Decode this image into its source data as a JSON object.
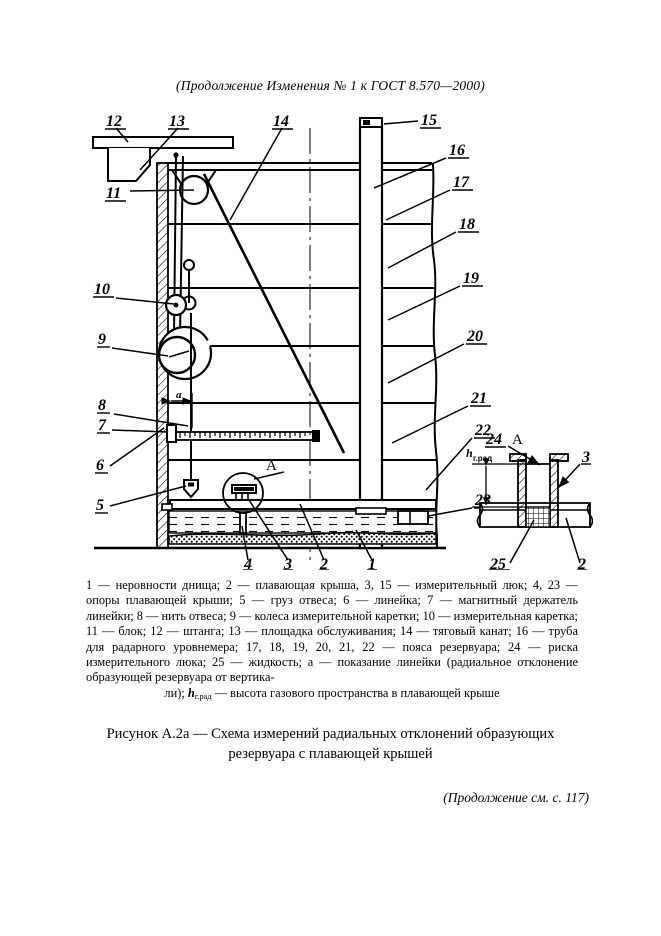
{
  "running_head": "(Продолжение Изменения № 1 к ГОСТ  8.570—2000)",
  "figure": {
    "detail_label": "A",
    "detail_label_inset": "A",
    "dimension_a": "а",
    "h_symbol": "h",
    "h_subscript": "г.рад",
    "callouts": [
      {
        "id": "c12",
        "text": "12"
      },
      {
        "id": "c13",
        "text": "13"
      },
      {
        "id": "c14",
        "text": "14"
      },
      {
        "id": "c15",
        "text": "15"
      },
      {
        "id": "c11",
        "text": "11"
      },
      {
        "id": "c10",
        "text": "10"
      },
      {
        "id": "c9",
        "text": "9"
      },
      {
        "id": "c8",
        "text": "8"
      },
      {
        "id": "c7",
        "text": "7"
      },
      {
        "id": "c6",
        "text": "6"
      },
      {
        "id": "c5",
        "text": "5"
      },
      {
        "id": "c16",
        "text": "16"
      },
      {
        "id": "c17",
        "text": "17"
      },
      {
        "id": "c18",
        "text": "18"
      },
      {
        "id": "c19",
        "text": "19"
      },
      {
        "id": "c20",
        "text": "20"
      },
      {
        "id": "c21",
        "text": "21"
      },
      {
        "id": "c22",
        "text": "22"
      },
      {
        "id": "c23",
        "text": "23"
      },
      {
        "id": "c24",
        "text": "24"
      },
      {
        "id": "c25",
        "text": "25"
      },
      {
        "id": "c1",
        "text": "1"
      },
      {
        "id": "c2",
        "text": "2"
      },
      {
        "id": "c3",
        "text": "3"
      },
      {
        "id": "c4",
        "text": "4"
      },
      {
        "id": "c3b",
        "text": "3"
      },
      {
        "id": "c2b",
        "text": "2"
      }
    ]
  },
  "legend": {
    "line1": "1 — неровности днища; 2 — плавающая крыша, 3, 15 — измерительный люк; 4,",
    "line2": "23 — опоры плавающей крыши; 5 — груз отвеса; 6 — линейка; 7 — магнитный",
    "line3": "держатель линейки; 8 — нить отвеса; 9 — колеса измерительной каретки; 10 —",
    "line4": "измерительная каретка; 11 — блок; 12 — штанга; 13 — площадка обслуживания;",
    "line5": "14 — тяговый канат; 16 — труба для радарного уровнемера; 17, 18, 19, 20, 21,",
    "line6": "22 — пояса резервуара; 24 — риска измерительного люка; 25 — жидкость; а —",
    "line7": "показание линейки (радиальное отклонение образующей резервуара от вертика-",
    "line8_prefix": "ли); ",
    "line8_h": "h",
    "line8_sub": "г.рад",
    "line8_suffix": " — высота газового пространства в плавающей крыше"
  },
  "caption": {
    "line1": "Рисунок А.2а — Схема измерений радиальных отклонений образующих",
    "line2": "резервуара с плавающей крышей"
  },
  "footer_note": "(Продолжение см. с. 117)",
  "colors": {
    "ink": "#000000",
    "paper": "#ffffff"
  }
}
